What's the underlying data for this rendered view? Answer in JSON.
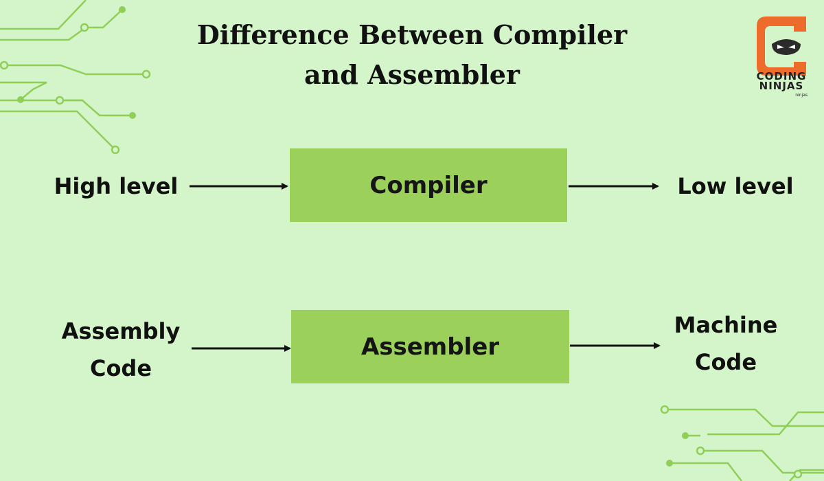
{
  "title": {
    "line1": "Difference Between Compiler",
    "line2": "and Assembler"
  },
  "logo": {
    "line1": "CODING",
    "line2": "NINJAS",
    "tagline": "ninjas",
    "icon": "coding-ninjas-logo-icon",
    "colors": {
      "primary": "#ee6c2b",
      "mask": "#2b2b2b"
    }
  },
  "rows": [
    {
      "input": [
        "High level"
      ],
      "process": "Compiler",
      "output": [
        "Low level"
      ]
    },
    {
      "input": [
        "Assembly",
        "Code"
      ],
      "process": "Assembler",
      "output": [
        "Machine",
        "Code"
      ]
    }
  ],
  "colors": {
    "background": "#d4f5c9",
    "box": "#9bd05a",
    "circuit": "#8fcf58",
    "text": "#111111"
  }
}
